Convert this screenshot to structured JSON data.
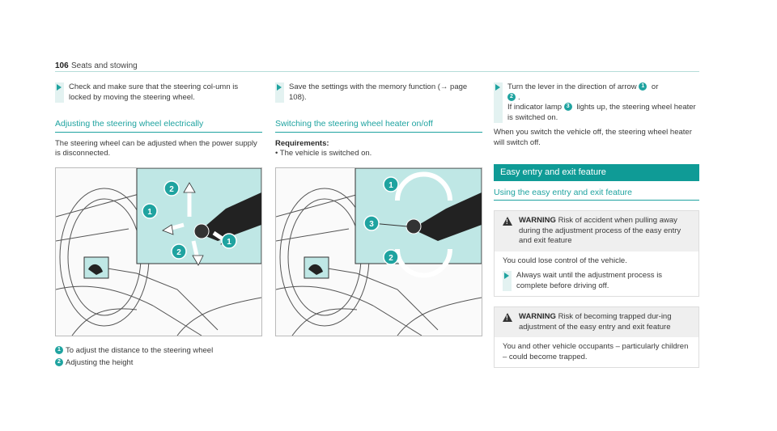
{
  "header": {
    "page_number": "106",
    "section": "Seats and stowing"
  },
  "col1": {
    "step1": "Check and make sure that the steering col-umn is locked by moving the steering wheel.",
    "heading": "Adjusting the steering wheel electrically",
    "intro": "The steering wheel can be adjusted when the power supply is disconnected.",
    "legend": [
      {
        "num": "1",
        "text": "To adjust the distance to the steering wheel"
      },
      {
        "num": "2",
        "text": "Adjusting the height"
      }
    ]
  },
  "col2": {
    "step1": "Save the settings with the memory function (→ page 108).",
    "heading": "Switching the steering wheel heater on/off",
    "req_title": "Requirements:",
    "req_item": "The vehicle is switched on."
  },
  "col3": {
    "step1_a": "Turn the lever in the direction of arrow",
    "step1_n1": "1",
    "step1_or": "or",
    "step1_n2": "2",
    "step1_b": "If indicator lamp",
    "step1_n3": "3",
    "step1_c": "lights up, the steering wheel heater is switched on.",
    "after": "When you switch the vehicle off, the steering wheel heater will switch off.",
    "banner": "Easy entry and exit feature",
    "subheading": "Using the easy entry and exit feature",
    "warning1": {
      "label": "WARNING",
      "title": "Risk of accident when pulling away during the adjustment process of the easy entry and exit feature",
      "body": "You could lose control of the vehicle.",
      "step": "Always wait until the adjustment process is complete before driving off."
    },
    "warning2": {
      "label": "WARNING",
      "title": "Risk of becoming trapped dur-ing adjustment of the easy entry and exit feature",
      "body": "You and other vehicle occupants – particularly children – could become trapped."
    }
  },
  "colors": {
    "accent": "#1fa3a0",
    "banner": "#0f9b96",
    "overlay": "#bfe7e5"
  }
}
